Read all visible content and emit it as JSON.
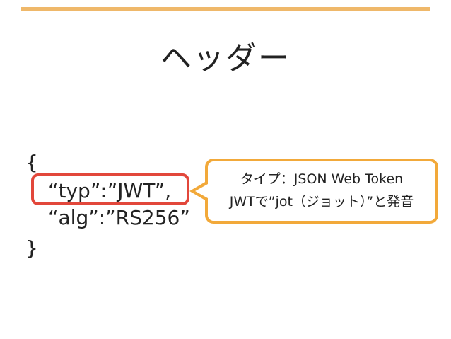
{
  "slide": {
    "title": "ヘッダー",
    "code": {
      "brace_open": "{",
      "typ_line": "“typ”:”JWT”,",
      "alg_line": "“alg”:”RS256”",
      "brace_close": "}"
    },
    "callout": {
      "line1": "タイプ：JSON Web Token",
      "line2": "JWTで”jot（ジョット）”と発音"
    }
  },
  "colors": {
    "top_line": "#efb86a",
    "highlight_border": "#e2473b",
    "callout_border": "#f2a93a"
  }
}
